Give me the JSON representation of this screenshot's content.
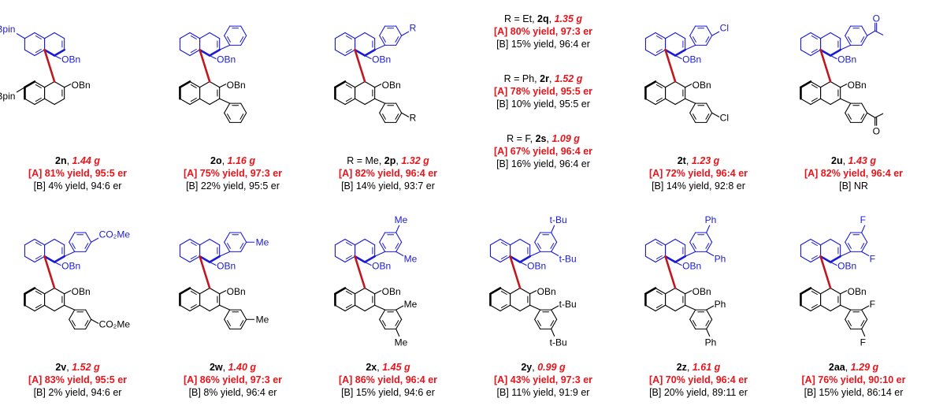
{
  "colors": {
    "blue": "#1a1ad6",
    "red": "#e8141b",
    "axis": "#c0181e",
    "black": "#000000"
  },
  "compounds": [
    {
      "id": "2n",
      "mass": "1.44 g",
      "prefix": "",
      "a": "[A] 81% yield, 95:5 er",
      "b": "[B] 4%   yield, 94:6 er",
      "top_sub": "",
      "bot_sub": "",
      "labels": {
        "bpin_top": "Bpin",
        "bpin_bot": "Bpin",
        "obn_top": "OBn",
        "obn_bot": "OBn"
      }
    },
    {
      "id": "2o",
      "mass": "1.16 g",
      "prefix": "",
      "a": "[A] 75% yield, 97:3 er",
      "b": "[B] 22% yield, 95:5 er",
      "top_sub": "",
      "bot_sub": "",
      "labels": {
        "obn_top": "OBn",
        "obn_bot": "OBn"
      }
    },
    {
      "id": "2p",
      "mass": "1.32 g",
      "prefix": "R = Me, ",
      "a": "[A] 82% yield, 96:4 er",
      "b": "[B] 14% yield, 93:7 er",
      "top_sub": "R",
      "bot_sub": "R",
      "labels": {
        "obn_top": "OBn",
        "obn_bot": "OBn"
      }
    },
    {
      "id": "2t",
      "mass": "1.23 g",
      "prefix": "",
      "a": "[A] 72% yield, 96:4 er",
      "b": "[B] 14% yield, 92:8 er",
      "top_sub": "Cl",
      "bot_sub": "Cl",
      "labels": {
        "obn_top": "OBn",
        "obn_bot": "OBn"
      }
    },
    {
      "id": "2u",
      "mass": "1.43 g",
      "prefix": "",
      "a": "[A] 82% yield, 96:4 er",
      "b": "[B] NR",
      "top_sub": "O",
      "bot_sub": "O",
      "labels": {
        "obn_top": "OBn",
        "obn_bot": "OBn"
      }
    },
    {
      "id": "2v",
      "mass": "1.52 g",
      "prefix": "",
      "a": "[A] 83% yield, 95:5 er",
      "b": "[B] 2%   yield, 94:6 er",
      "top_sub": "CO₂Me",
      "bot_sub": "CO₂Me",
      "labels": {
        "obn_top": "OBn",
        "obn_bot": "OBn"
      }
    },
    {
      "id": "2w",
      "mass": "1.40 g",
      "prefix": "",
      "a": "[A] 86% yield, 97:3 er",
      "b": "[B] 8%   yield, 96:4 er",
      "top_sub": "Me",
      "bot_sub": "Me",
      "labels": {
        "obn_top": "OBn",
        "obn_bot": "OBn"
      }
    },
    {
      "id": "2x",
      "mass": "1.45 g",
      "prefix": "",
      "a": "[A] 86% yield, 96:4 er",
      "b": "[B] 15% yield, 94:6 er",
      "top_sub": "Me",
      "bot_sub": "Me",
      "labels": {
        "obn_top": "OBn",
        "obn_bot": "OBn"
      }
    },
    {
      "id": "2y",
      "mass": "0.99 g",
      "prefix": "",
      "a": "[A] 43% yield, 97:3 er",
      "b": "[B] 11% yield, 91:9 er",
      "top_sub": "t-Bu",
      "bot_sub": "t-Bu",
      "labels": {
        "obn_top": "OBn",
        "obn_bot": "OBn"
      }
    },
    {
      "id": "2z",
      "mass": "1.61 g",
      "prefix": "",
      "a": "[A] 70% yield, 96:4 er",
      "b": "[B] 20% yield, 89:11 er",
      "top_sub": "Ph",
      "bot_sub": "Ph",
      "labels": {
        "obn_top": "OBn",
        "obn_bot": "OBn"
      }
    },
    {
      "id": "2aa",
      "mass": "1.29 g",
      "prefix": "",
      "a": "[A] 76% yield, 90:10 er",
      "b": "[B] 15%  yield, 86:14 er",
      "top_sub": "F",
      "bot_sub": "F",
      "labels": {
        "obn_top": "OBn",
        "obn_bot": "OBn"
      }
    }
  ],
  "r_block": [
    {
      "prefix": "R = Et, ",
      "id": "2q",
      "mass": "1.35 g",
      "a": "[A] 80% yield, 97:3 er",
      "b": "[B] 15% yield, 96:4 er"
    },
    {
      "prefix": "R = Ph, ",
      "id": "2r",
      "mass": "1.52 g",
      "a": "[A] 78% yield, 95:5 er",
      "b": "[B] 10% yield, 95:5 er"
    },
    {
      "prefix": "R = F, ",
      "id": "2s",
      "mass": "1.09 g",
      "a": "[A] 67% yield, 96:4 er",
      "b": "[B] 16% yield, 96:4 er"
    }
  ]
}
